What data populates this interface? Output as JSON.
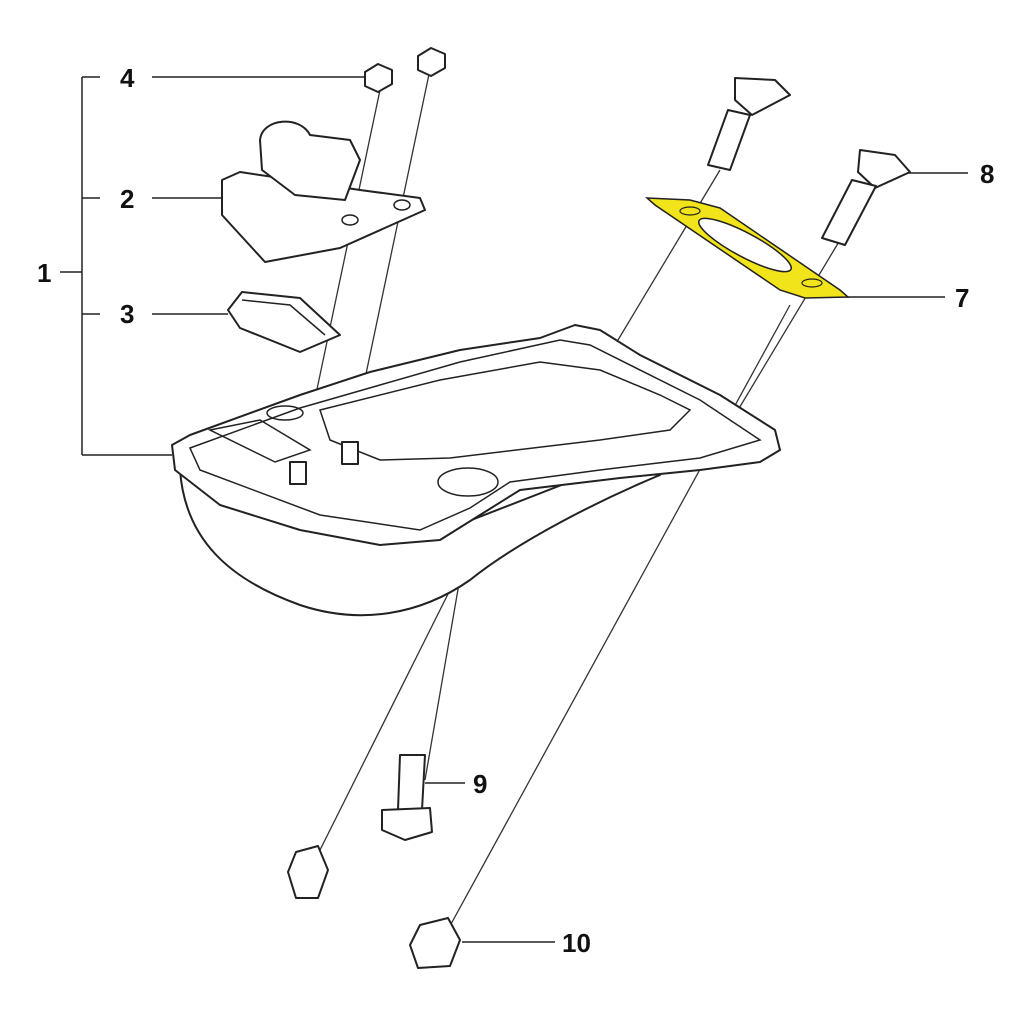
{
  "diagram": {
    "type": "exploded parts diagram",
    "highlight_color": "#f2e41a",
    "callouts": [
      {
        "id": "1",
        "label": "1"
      },
      {
        "id": "2",
        "label": "2"
      },
      {
        "id": "3",
        "label": "3"
      },
      {
        "id": "4",
        "label": "4"
      },
      {
        "id": "7",
        "label": "7"
      },
      {
        "id": "8",
        "label": "8"
      },
      {
        "id": "9",
        "label": "9"
      },
      {
        "id": "10",
        "label": "10"
      }
    ]
  }
}
